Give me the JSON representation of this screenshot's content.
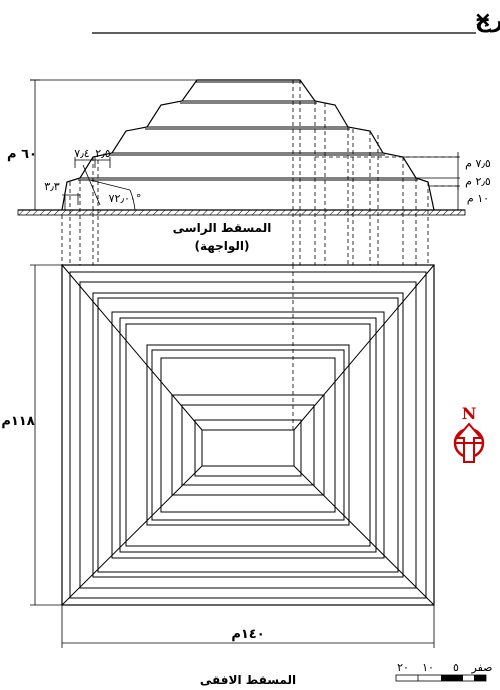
{
  "title": "المساقط الرئيسية لهرم زوسر المدرج",
  "title_marker": "×",
  "elevation": {
    "label_line1": "المسقط الراسى",
    "label_line2": "(الواجهة)",
    "height_label": "٦٠ م",
    "step_label_1": "٧٫٤",
    "step_label_2": "٢٫٥",
    "step_label_3": "٣٫٣",
    "angle_label": "٧٢٫٠٠°",
    "right_dim_1": "٧٫٥ م",
    "right_dim_2": "٢٫٥ م",
    "right_dim_3": "١٠ م"
  },
  "plan": {
    "label": "المسقط الافقى",
    "side_label": "١١٨م",
    "bottom_label": "١٤٠م"
  },
  "north_arrow": {
    "letter": "N",
    "color": "#cc0000"
  },
  "scale_bar": {
    "label_left": "٢٠",
    "label_mid1": "١٠",
    "label_mid2": "٥",
    "label_right": "صفر"
  }
}
